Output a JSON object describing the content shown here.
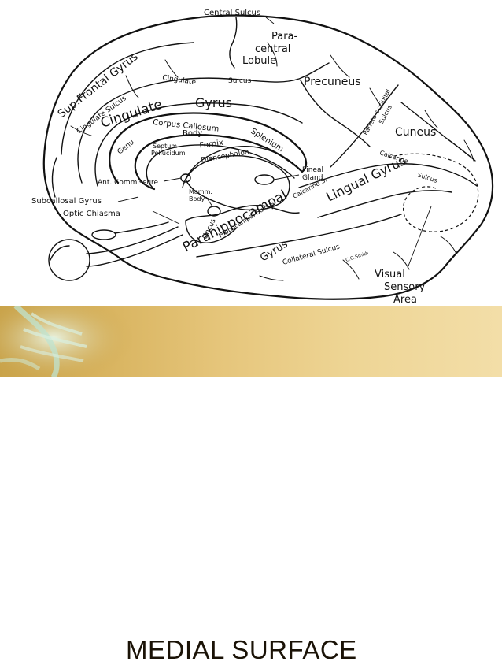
{
  "title": "MEDIAL SURFACE",
  "labels": {
    "central_sulcus": "Central Sulcus",
    "paracentral": "Para-",
    "paracentral_2": "central",
    "paracentral_3": "Lobule",
    "sup_frontal_gyrus": "Sup.Frontal Gyrus",
    "cingulate_sulcus_a": "Cingulate",
    "cingulate_sulcus_b": "Sulcus",
    "cingulate_sulcus_c": "Cingulate Sulcus",
    "cingulate_gyrus_a": "Cingulate",
    "cingulate_gyrus_b": "Gyrus",
    "precuneus": "Precuneus",
    "parieto_occipital": "Parieto-occipital",
    "sulcus_po": "Sulcus",
    "cuneus": "Cuneus",
    "corpus_callosum": "Corpus Callosum",
    "body": "Body",
    "genu": "Genu",
    "septum": "Septum",
    "pellucidum": "Pellucidum",
    "fornix": "Fornix",
    "splenium": "Splenium",
    "diencephalon": "Diencephalon",
    "calcarine_sulcus": "Calcarine",
    "calcarine_sulcus_b": "Sulcus",
    "ant_commissure": "Ant. Commissure",
    "pineal_gland_a": "Pineal",
    "pineal_gland_b": "Gland",
    "calcarine_s": "Calcarine S.",
    "lingual_gyrus": "Lingual Gyrus",
    "subcallosal_gyrus": "Subcallosal Gyrus",
    "mamm_body_a": "Mamm.",
    "mamm_body_b": "Body",
    "optic_chiasma": "Optic Chiasma",
    "uncus": "Uncus",
    "hippocampal_sulcus": "Hippocampal Sulcus",
    "parahippocampal_gyrus_a": "Parahippocampal",
    "parahippocampal_gyrus_b": "Gyrus",
    "collateral_sulcus": "Collateral Sulcus",
    "signature": "C.G.Smith",
    "visual_sensory_area_a": "Visual",
    "visual_sensory_area_b": "Sensory",
    "visual_sensory_area_c": "Area"
  }
}
